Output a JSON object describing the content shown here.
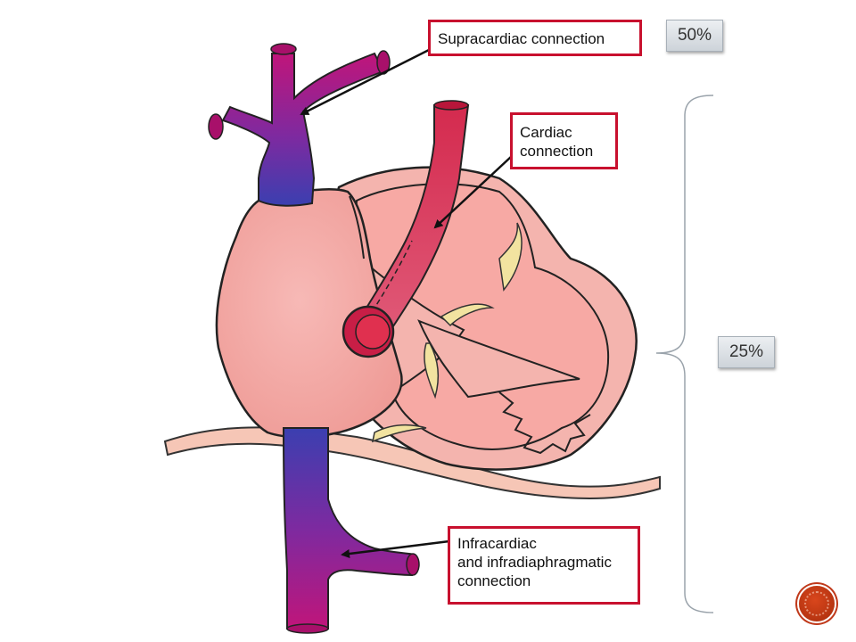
{
  "callouts": {
    "supracardiac": "Supracardiac connection",
    "cardiac": "Cardiac\nconnection",
    "infracardiac": "Infracardiac\nand infradiaphragmatic\nconnection"
  },
  "percentages": {
    "supracardiac": "50%",
    "bracketed": "25%"
  },
  "colors": {
    "callout_border": "#c8102e",
    "vein_magenta": "#c0157a",
    "vein_blue": "#3b3fb0",
    "atrium_pink": "#f2a7a4",
    "ventricle_pink": "#f4b4ae",
    "pulmonary_red": "#d42a4e",
    "nav_button": "#c0391a"
  },
  "icons": {
    "next": "next-slide-button"
  }
}
